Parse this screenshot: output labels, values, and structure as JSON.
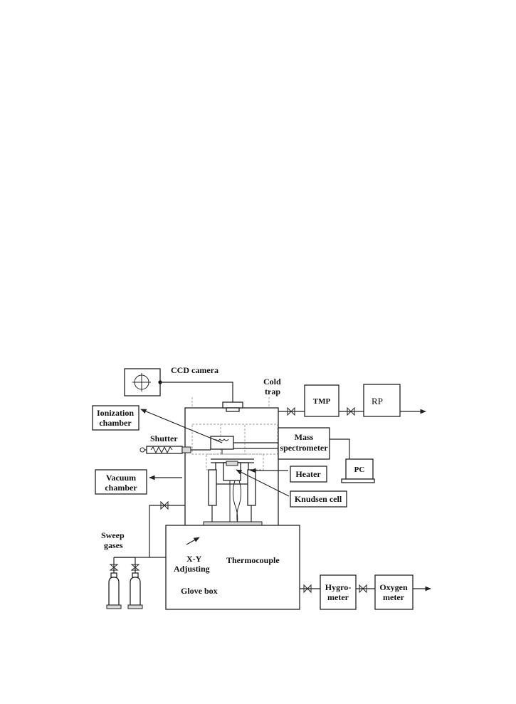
{
  "labels": {
    "ccd_camera": "CCD camera",
    "cold_trap_1": "Cold",
    "cold_trap_2": "trap",
    "tmp": "TMP",
    "rp": "RP",
    "ionization_1": "Ionization",
    "ionization_2": "chamber",
    "shutter": "Shutter",
    "mass_spec_1": "Mass",
    "mass_spec_2": "spectrometer",
    "pc": "PC",
    "heater": "Heater",
    "vacuum_1": "Vacuum",
    "vacuum_2": "chamber",
    "knudsen": "Knudsen cell",
    "sweep_1": "Sweep",
    "sweep_2": "gases",
    "xy_1": "X-Y",
    "xy_2": "Adjusting",
    "thermocouple": "Thermocouple",
    "glove_box": "Glove box",
    "hygro_1": "Hygro-",
    "hygro_2": "meter",
    "oxygen_1": "Oxygen",
    "oxygen_2": "meter"
  }
}
